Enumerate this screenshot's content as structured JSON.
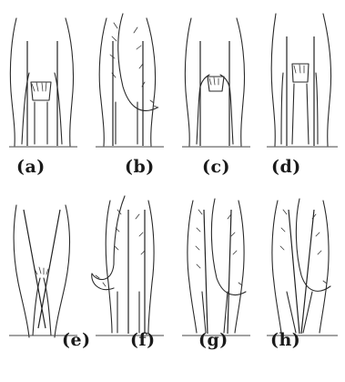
{
  "figure": {
    "panels": [
      {
        "label": "(a)",
        "tail": "none"
      },
      {
        "label": "(b)",
        "tail": "curved-right"
      },
      {
        "label": "(c)",
        "tail": "none"
      },
      {
        "label": "(d)",
        "tail": "none"
      },
      {
        "label": "(e)",
        "tail": "none"
      },
      {
        "label": "(f)",
        "tail": "curled-left"
      },
      {
        "label": "(g)",
        "tail": "curved-right"
      },
      {
        "label": "(h)",
        "tail": "curved-right"
      }
    ]
  },
  "colors": {
    "ink": "#2a2a2a",
    "background": "#ffffff"
  }
}
